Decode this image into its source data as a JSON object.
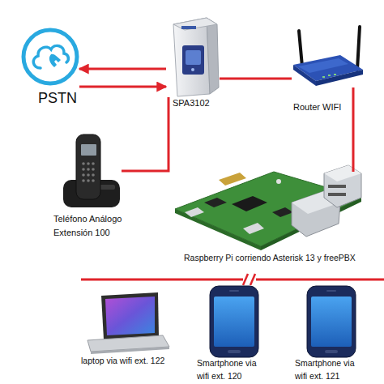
{
  "diagram": {
    "nodes": [
      {
        "text": [
          "PSTN"
        ]
      },
      {
        "text": [
          "SPA3102"
        ]
      },
      {
        "text": [
          "Router WIFI"
        ]
      },
      {
        "text": [
          "Teléfono Análogo Extensión 100"
        ]
      },
      {
        "text": [
          "Raspberry Pi corriendo Asterisk 13 y freePBX"
        ]
      },
      {
        "text": [
          "laptop via wifi ext. 122"
        ]
      },
      {
        "text": [
          "Smartphone via wifi ext. 120"
        ]
      },
      {
        "text": [
          "Smartphone via wifi ext. 121"
        ]
      }
    ],
    "edges": [
      {
        "from": 0,
        "to": 1,
        "arrow": "to"
      },
      {
        "from": 1,
        "to": 0,
        "arrow": "to"
      },
      {
        "from": 1,
        "to": 2,
        "arrow": "none"
      },
      {
        "from": 1,
        "to": 3,
        "arrow": "none"
      },
      {
        "from": 2,
        "to": 4,
        "arrow": "none"
      }
    ]
  }
}
